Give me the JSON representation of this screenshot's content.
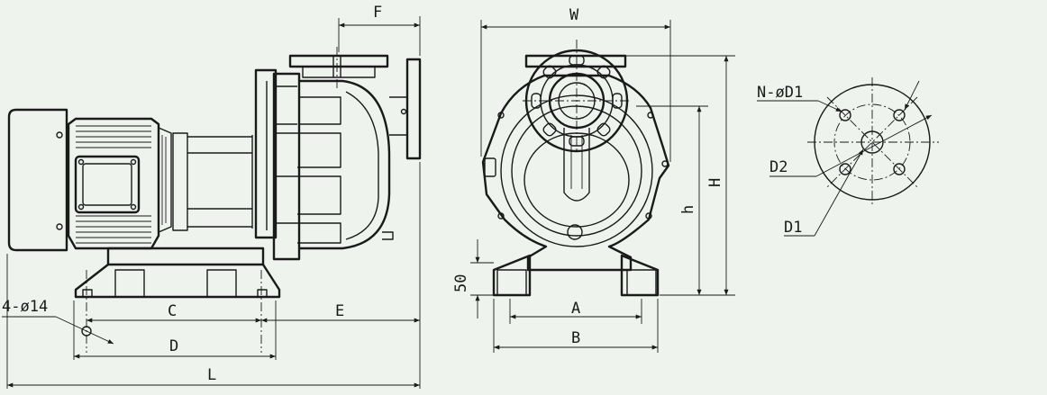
{
  "labels": {
    "F": "F",
    "W": "W",
    "N_D1": "N-øD1",
    "H": "H",
    "h": "h",
    "D2": "D2",
    "D1": "D1",
    "dim50": "50",
    "bolt_holes": "4-ø14",
    "C": "C",
    "E": "E",
    "A": "A",
    "B": "B",
    "D": "D",
    "L": "L"
  },
  "colors": {
    "background": "#eef3ee",
    "line": "#1a1a1a"
  }
}
